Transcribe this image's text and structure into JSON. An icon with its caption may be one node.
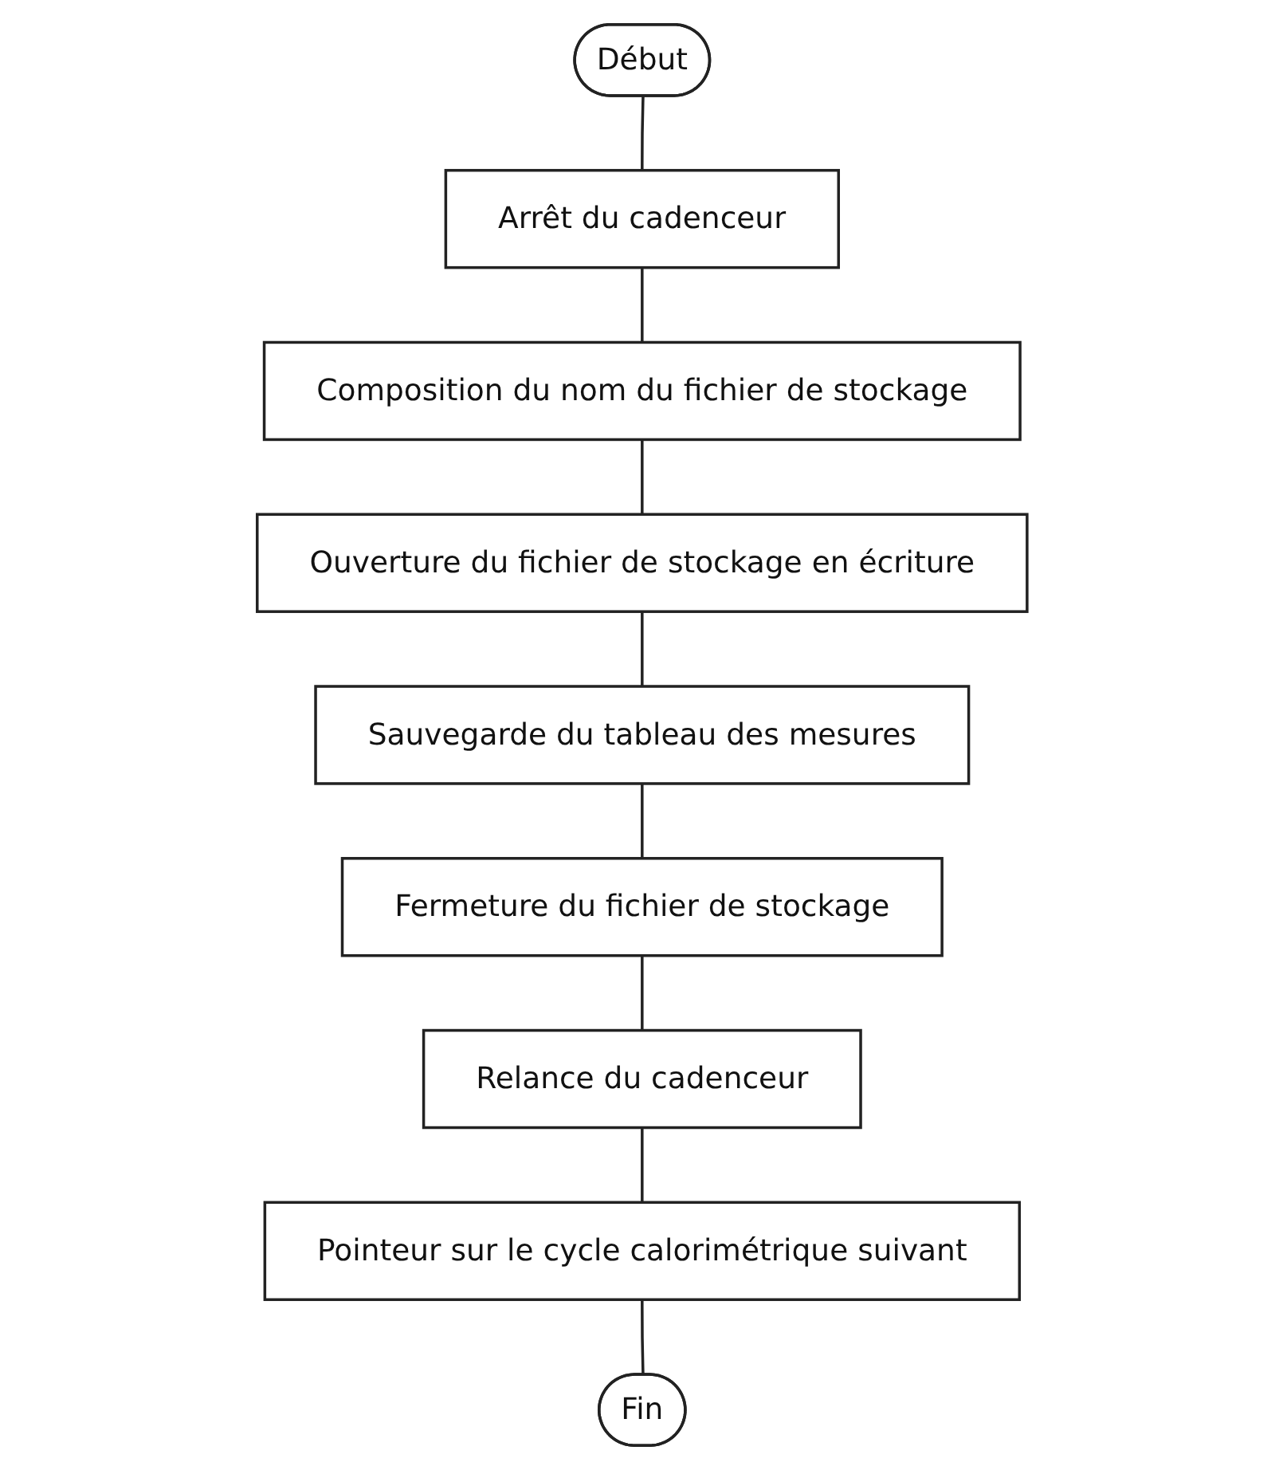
{
  "diagram": {
    "nodes": [
      {
        "text": [
          "Début"
        ]
      },
      {
        "text": [
          "Arrêt du cadenceur"
        ]
      },
      {
        "text": [
          "Composition du nom du fichier de stockage"
        ]
      },
      {
        "text": [
          "Ouverture du fichier de stockage en écriture"
        ]
      },
      {
        "text": [
          "Sauvegarde du tableau des mesures"
        ]
      },
      {
        "text": [
          "Fermeture du fichier de stockage"
        ]
      },
      {
        "text": [
          "Relance du cadenceur"
        ]
      },
      {
        "text": [
          "Pointeur sur le cycle calorimétrique suivant"
        ]
      },
      {
        "text": [
          "Fin"
        ]
      }
    ],
    "edges": [
      {
        "from": 0,
        "to": 1,
        "arrow": "none"
      },
      {
        "from": 1,
        "to": 2,
        "arrow": "none"
      },
      {
        "from": 2,
        "to": 3,
        "arrow": "none"
      },
      {
        "from": 3,
        "to": 4,
        "arrow": "none"
      },
      {
        "from": 4,
        "to": 5,
        "arrow": "none"
      },
      {
        "from": 5,
        "to": 6,
        "arrow": "none"
      },
      {
        "from": 6,
        "to": 7,
        "arrow": "none"
      },
      {
        "from": 7,
        "to": 8,
        "arrow": "none"
      }
    ]
  }
}
